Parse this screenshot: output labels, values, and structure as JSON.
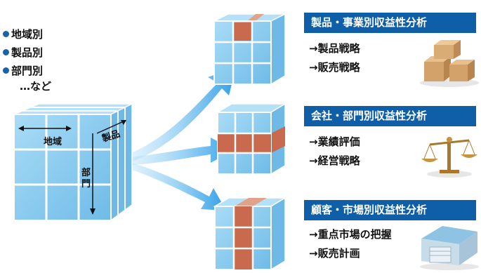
{
  "dimensions": {
    "items": [
      "地域別",
      "製品別",
      "部門別"
    ],
    "more": "…など"
  },
  "cube_labels": {
    "region": "地域",
    "product": "製品",
    "department": "部門"
  },
  "analyses": [
    {
      "title": "製品・事業別収益性分析",
      "uses": [
        "→製品戦略",
        "→販売戦略"
      ],
      "icon": "boxes-icon"
    },
    {
      "title": "会社・部門別収益性分析",
      "uses": [
        "→業績評価",
        "→経営戦略"
      ],
      "icon": "scales-icon"
    },
    {
      "title": "顧客・市場別収益性分析",
      "uses": [
        "→重点市場の把握",
        "→販売計画"
      ],
      "icon": "warehouse-icon"
    }
  ],
  "colors": {
    "cube": "#8ccdf0",
    "cube_dark": "#5aa9dc",
    "highlight": "#c9694e",
    "header": "#0f5fa8",
    "arrow": "#3fa9e8"
  }
}
